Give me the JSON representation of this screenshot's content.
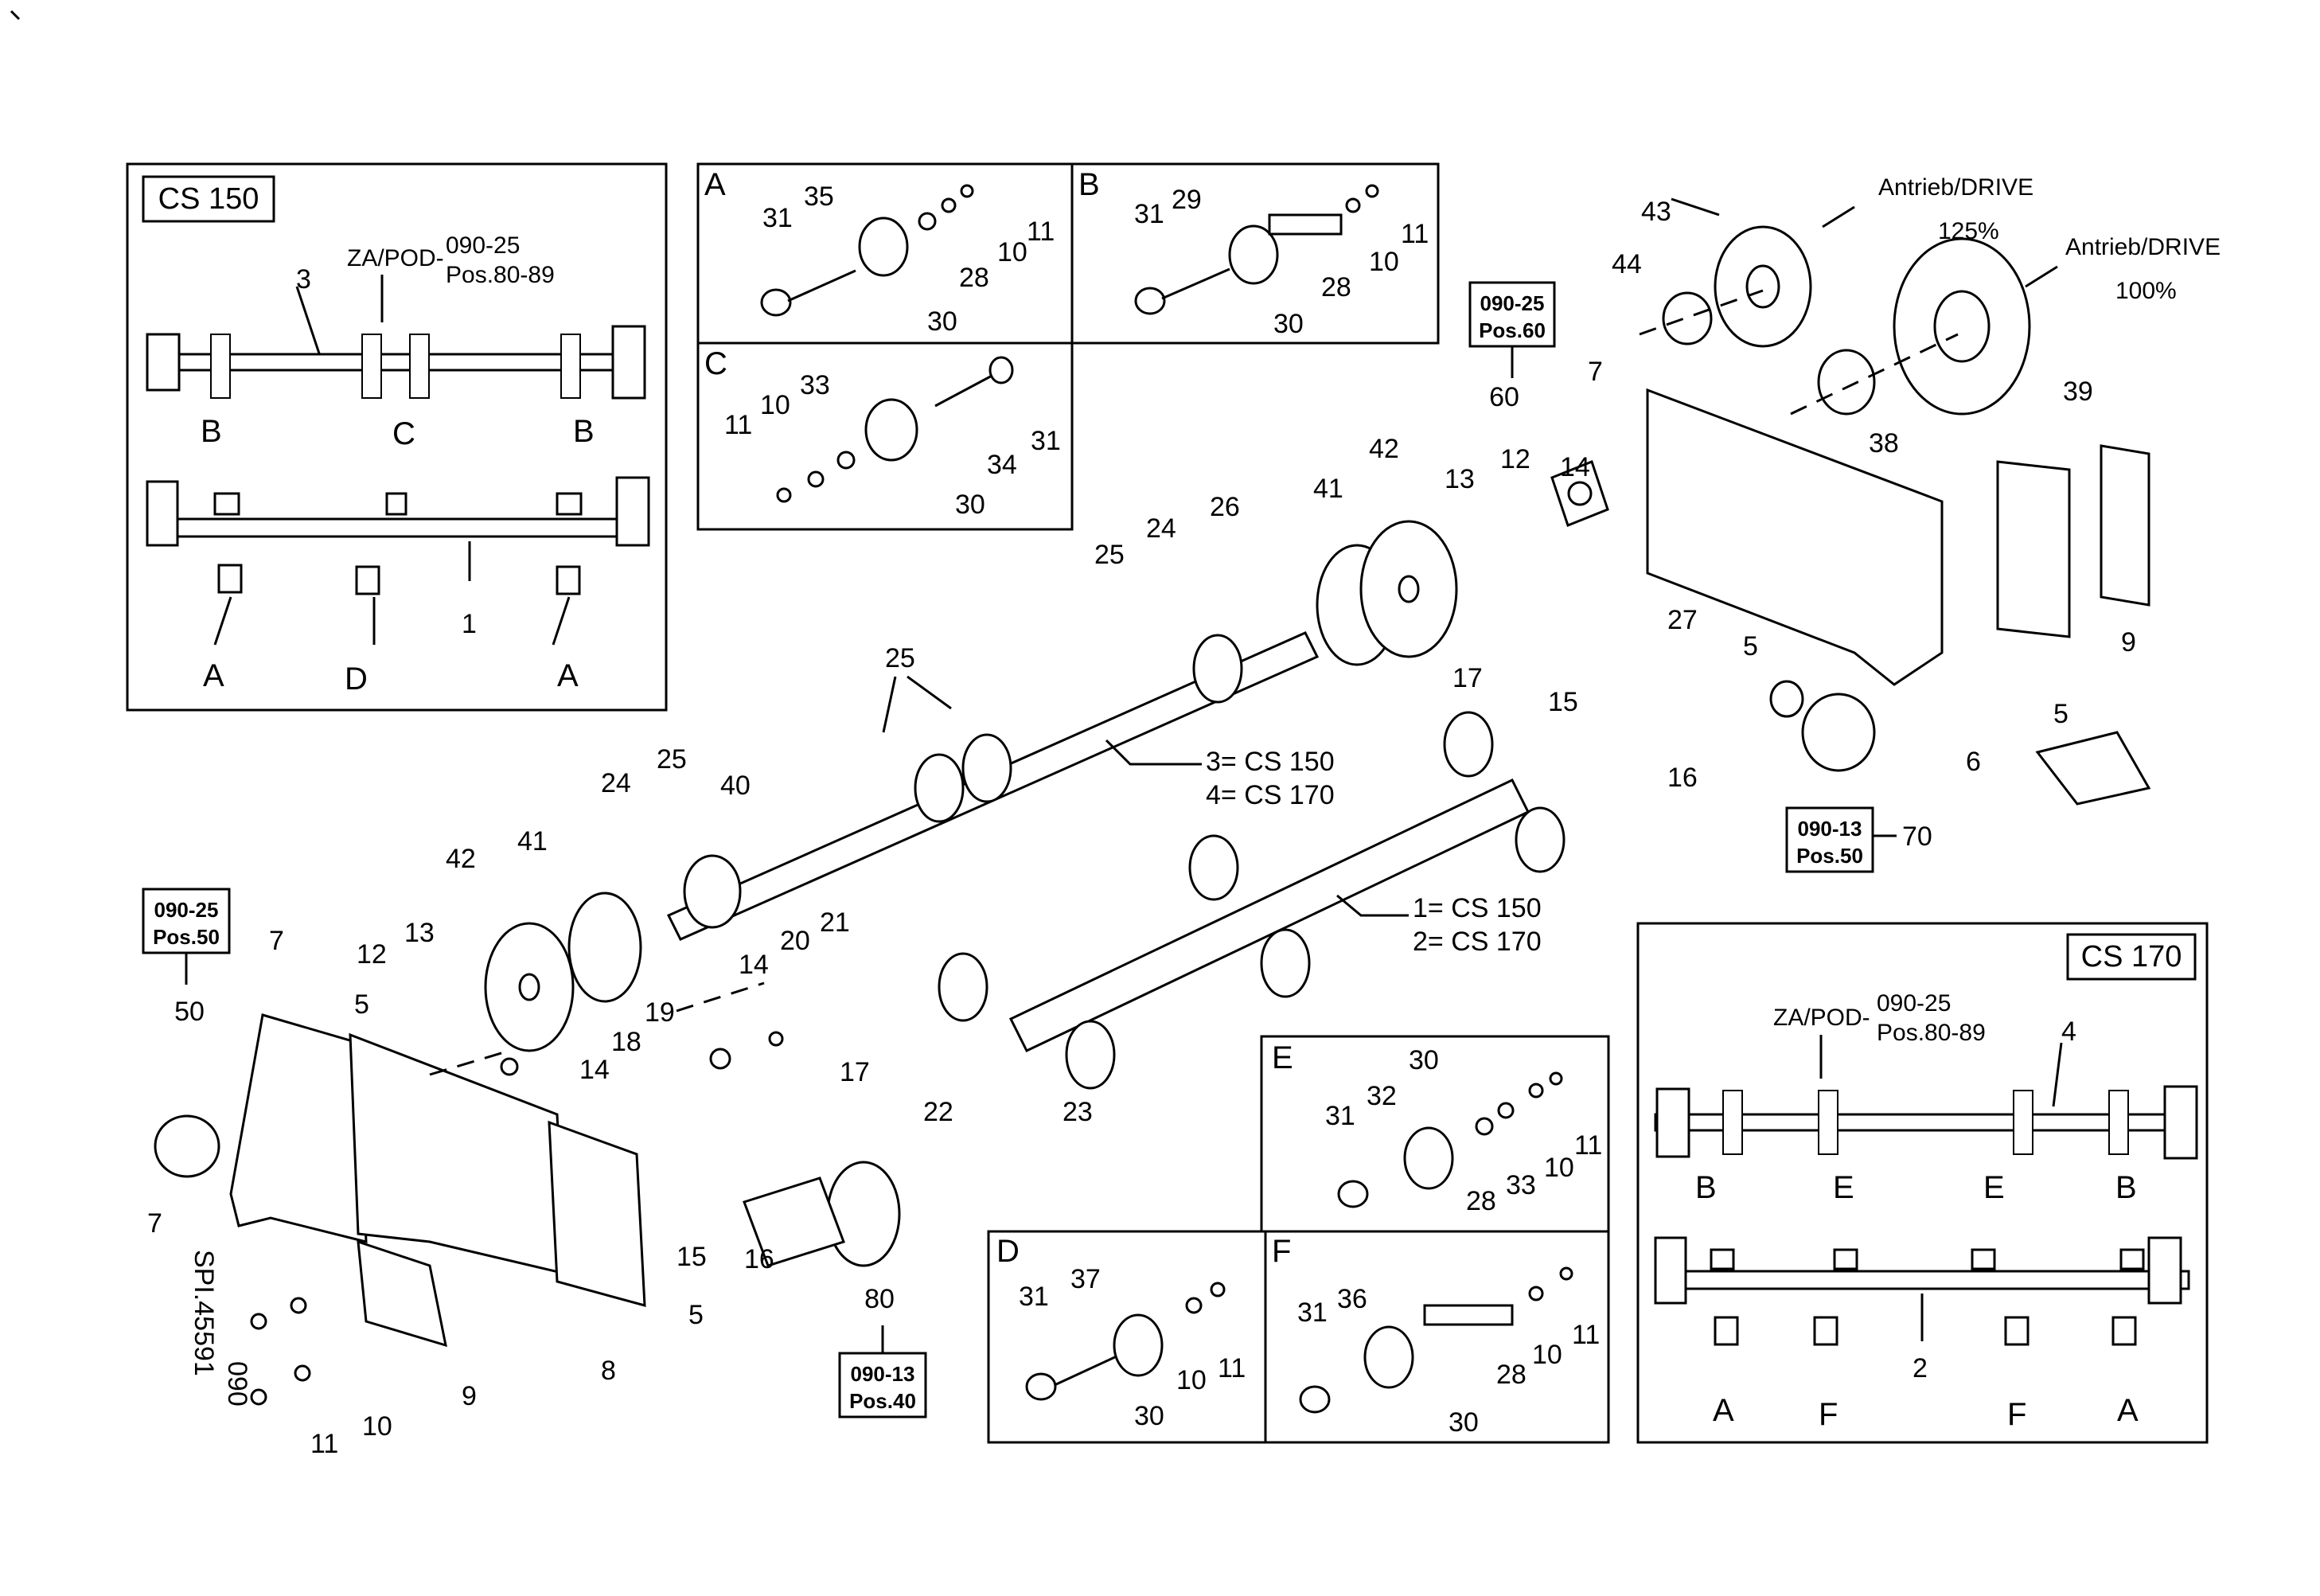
{
  "panels": {
    "cs150": {
      "title": "CS 150",
      "za_prefix": "ZA/POD-",
      "za_ref": "090-25",
      "za_pos": "Pos.80-89",
      "labels": {
        "shaft": "3",
        "B1": "B",
        "C": "C",
        "B2": "B",
        "roller": "1",
        "A1": "A",
        "D": "D",
        "A2": "A"
      }
    },
    "cs170": {
      "title": "CS 170",
      "za_prefix": "ZA/POD-",
      "za_ref": "090-25",
      "za_pos": "Pos.80-89",
      "labels": {
        "shaft": "4",
        "B1": "B",
        "E1": "E",
        "E2": "E",
        "B2": "B",
        "roller": "2",
        "A1": "A",
        "F1": "F",
        "F2": "F",
        "A2": "A"
      }
    },
    "detailA": {
      "letter": "A",
      "items": [
        "31",
        "35",
        "30",
        "28",
        "10",
        "11"
      ]
    },
    "detailB": {
      "letter": "B",
      "items": [
        "31",
        "29",
        "30",
        "28",
        "10",
        "11"
      ]
    },
    "detailC": {
      "letter": "C",
      "items": [
        "11",
        "10",
        "33",
        "30",
        "34",
        "31"
      ]
    },
    "detailD": {
      "letter": "D",
      "items": [
        "31",
        "37",
        "30",
        "10",
        "11"
      ]
    },
    "detailE": {
      "letter": "E",
      "items": [
        "31",
        "32",
        "30",
        "28",
        "33",
        "10",
        "11"
      ]
    },
    "detailF": {
      "letter": "F",
      "items": [
        "31",
        "36",
        "30",
        "28",
        "10",
        "11"
      ]
    }
  },
  "refs": {
    "r60": {
      "code": "090-25",
      "pos": "Pos.60",
      "item": "60"
    },
    "r50": {
      "code": "090-25",
      "pos": "Pos.50",
      "item": "50"
    },
    "r70": {
      "code": "090-13",
      "pos": "Pos.50",
      "item": "70"
    },
    "r80": {
      "code": "090-13",
      "pos": "Pos.40",
      "item": "80"
    }
  },
  "drive": {
    "d125_label": "Antrieb/DRIVE",
    "d125_value": "125%",
    "d100_label": "Antrieb/DRIVE",
    "d100_value": "100%"
  },
  "shaft_variants": {
    "line1": "3= CS 150",
    "line2": "4= CS 170"
  },
  "roller_variants": {
    "line1": "1= CS 150",
    "line2": "2= CS 170"
  },
  "callouts": {
    "c43": "43",
    "c44": "44",
    "c39": "39",
    "c38": "38",
    "c7r": "7",
    "c14r": "14",
    "c12r": "12",
    "c13r": "13",
    "c42r": "42",
    "c41r": "41",
    "c26": "26",
    "c24r": "24",
    "c25r": "25",
    "c27": "27",
    "c17r": "17",
    "c15r": "15",
    "c16r": "16",
    "c5r": "5",
    "c6": "6",
    "c5r2": "5",
    "c9r": "9",
    "c25m": "25",
    "c24m": "24",
    "c25m2": "25",
    "c40": "40",
    "c42l": "42",
    "c41l": "41",
    "c7l": "7",
    "c12l": "12",
    "c13l": "13",
    "c5l": "5",
    "c14l": "14",
    "c20": "20",
    "c21": "21",
    "c14m": "14",
    "c19": "19",
    "c18": "18",
    "c17l": "17",
    "c22": "22",
    "c23": "23",
    "c7l2": "7",
    "c15l": "15",
    "c16l": "16",
    "c5l2": "5",
    "c8": "8",
    "c9l": "9",
    "c10l": "10",
    "c11l": "11"
  },
  "drawing_id": {
    "line1": "SPI.45591",
    "line2": "090"
  }
}
